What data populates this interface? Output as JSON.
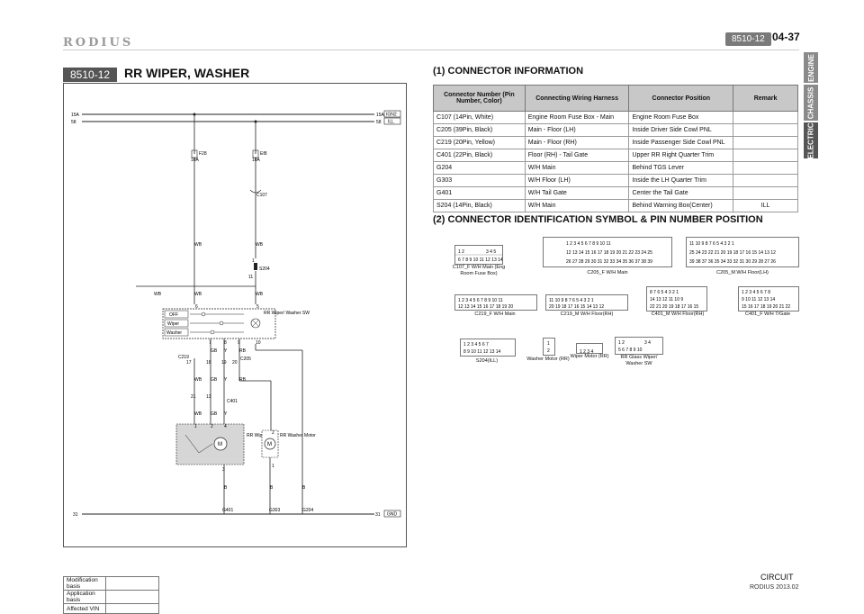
{
  "header": {
    "brand": "RODIUS",
    "page_code": "8510-12",
    "page_number": "04-37"
  },
  "side_tabs": [
    "ENGINE",
    "CHASSIS",
    "ELECTRIC"
  ],
  "section": {
    "code": "8510-12",
    "title": "RR WIPER, WASHER"
  },
  "diagram": {
    "top_rail_label": "15A",
    "second_rail_label": "58",
    "ign_right": "15A",
    "ign_box": "IGN2",
    "ill_right": "58",
    "ill_box": "ILL",
    "fuse1": "F28",
    "fuse1_amp": "10A",
    "fuse2": "Ef8",
    "fuse2_amp": "10A",
    "c107": "C107",
    "s204": "S204",
    "c219": "C219",
    "c205": "C205",
    "c401": "C401",
    "wire_wb": "WB",
    "wire_gb": "GB",
    "wire_y": "Y",
    "wire_rb": "RB",
    "wire_b": "B",
    "switch_states": [
      "OFF",
      "Wiper",
      "Washer"
    ],
    "switch_label": "RR Wiper/ Washer SW",
    "motor1_label": "RR Wiper Motor",
    "motor2_label": "RR Washer Motor",
    "motor_m": "M",
    "g401": "G401",
    "g303": "G303",
    "g204": "G204",
    "ground_left": "31",
    "ground_right": "31",
    "gnd_box": "GND",
    "pins": {
      "p1": "1",
      "p11": "11",
      "p6": "6",
      "p5": "5",
      "p7": "7",
      "p8": "8",
      "p9": "9",
      "p10": "10",
      "p17": "17",
      "p18": "18",
      "p19": "19",
      "p20": "20",
      "p21": "21",
      "p13": "13",
      "p2": "2",
      "p4": "4",
      "p3": "3"
    }
  },
  "connector_info": {
    "heading": "(1) CONNECTOR INFORMATION",
    "columns": [
      "Connector Number (Pin Number, Color)",
      "Connecting Wiring Harness",
      "Connector Position",
      "Remark"
    ],
    "rows": [
      [
        "C107 (14Pin, White)",
        "Engine Room Fuse Box - Main",
        "Engine Room Fuse Box",
        ""
      ],
      [
        "C205 (39Pin, Black)",
        "Main - Floor (LH)",
        "Inside Driver Side Cowl PNL",
        ""
      ],
      [
        "C219 (20Pin, Yellow)",
        "Main - Floor (RH)",
        "Inside Passenger Side Cowl PNL",
        ""
      ],
      [
        "C401 (22Pin, Black)",
        "Floor (RH) - Tail Gate",
        "Upper RR Right Quarter Trim",
        ""
      ],
      [
        "G204",
        "W/H Main",
        "Behind TGS Lever",
        ""
      ],
      [
        "G303",
        "W/H Floor (LH)",
        "Inside the LH Quarter Trim",
        ""
      ],
      [
        "G401",
        "W/H Tail Gate",
        "Center the Tail Gate",
        ""
      ],
      [
        "S204 (14Pin, Black)",
        "W/H Main",
        "Behind Warning Box(Center)",
        "ILL"
      ]
    ]
  },
  "connector_id": {
    "heading": "(2) CONNECTOR IDENTIFICATION SYMBOL & PIN NUMBER POSITION",
    "c107f": "C107_F W/H Main (Eng Room Fuse Box)",
    "c205f": "C205_F W/H Main",
    "c205m": "C205_M W/H Floor(LH)",
    "c219f": "C219_F W/H Main",
    "c219m": "C219_M W/H Floor(RH)",
    "c401m": "C401_M W/H Floor(RH)",
    "c401f": "C401_F W/H T/Gate",
    "s204": "S204(ILL)",
    "washer_motor": "Washer Motor (RR)",
    "wiper_motor": "Wiper Motor (RR)",
    "glass_switch": "RR Glass Wiper/ Washer SW"
  },
  "footer": {
    "rows": [
      "Modification basis",
      "Application basis",
      "Affected VIN"
    ],
    "circuit": "CIRCUIT",
    "model": "RODIUS 2013.02"
  }
}
